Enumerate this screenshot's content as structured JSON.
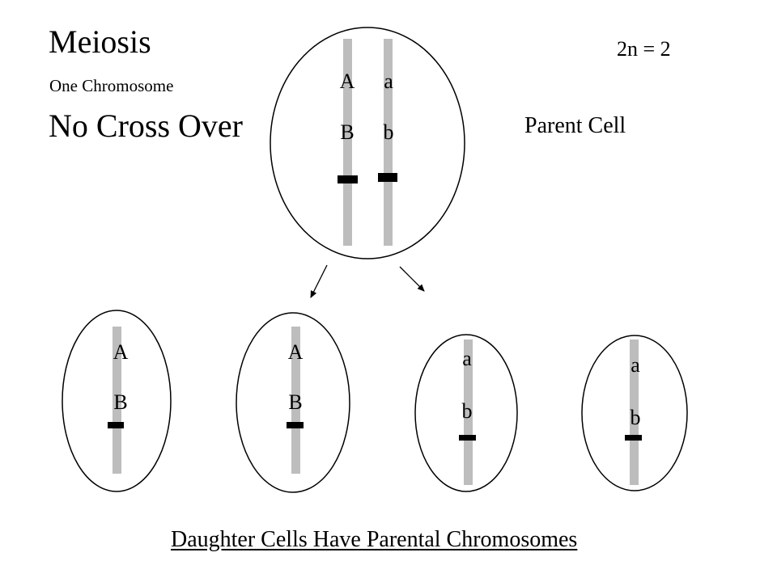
{
  "header": {
    "title": "Meiosis",
    "subtitle": "One Chromosome",
    "mode": "No Cross Over",
    "ploidy": "2n = 2"
  },
  "parent_cell": {
    "label": "Parent Cell",
    "chromosomes": [
      {
        "upper_allele": "A",
        "lower_allele": "B"
      },
      {
        "upper_allele": "a",
        "lower_allele": "b"
      }
    ]
  },
  "daughter_cells": [
    {
      "upper_allele": "A",
      "lower_allele": "B"
    },
    {
      "upper_allele": "A",
      "lower_allele": "B"
    },
    {
      "upper_allele": "a",
      "lower_allele": "b"
    },
    {
      "upper_allele": "a",
      "lower_allele": "b"
    }
  ],
  "caption": "Daughter Cells Have Parental Chromosomes",
  "colors": {
    "chromosome": "#bdbdbd",
    "centromere": "#000000",
    "cell_outline": "#000000",
    "background": "#ffffff"
  }
}
